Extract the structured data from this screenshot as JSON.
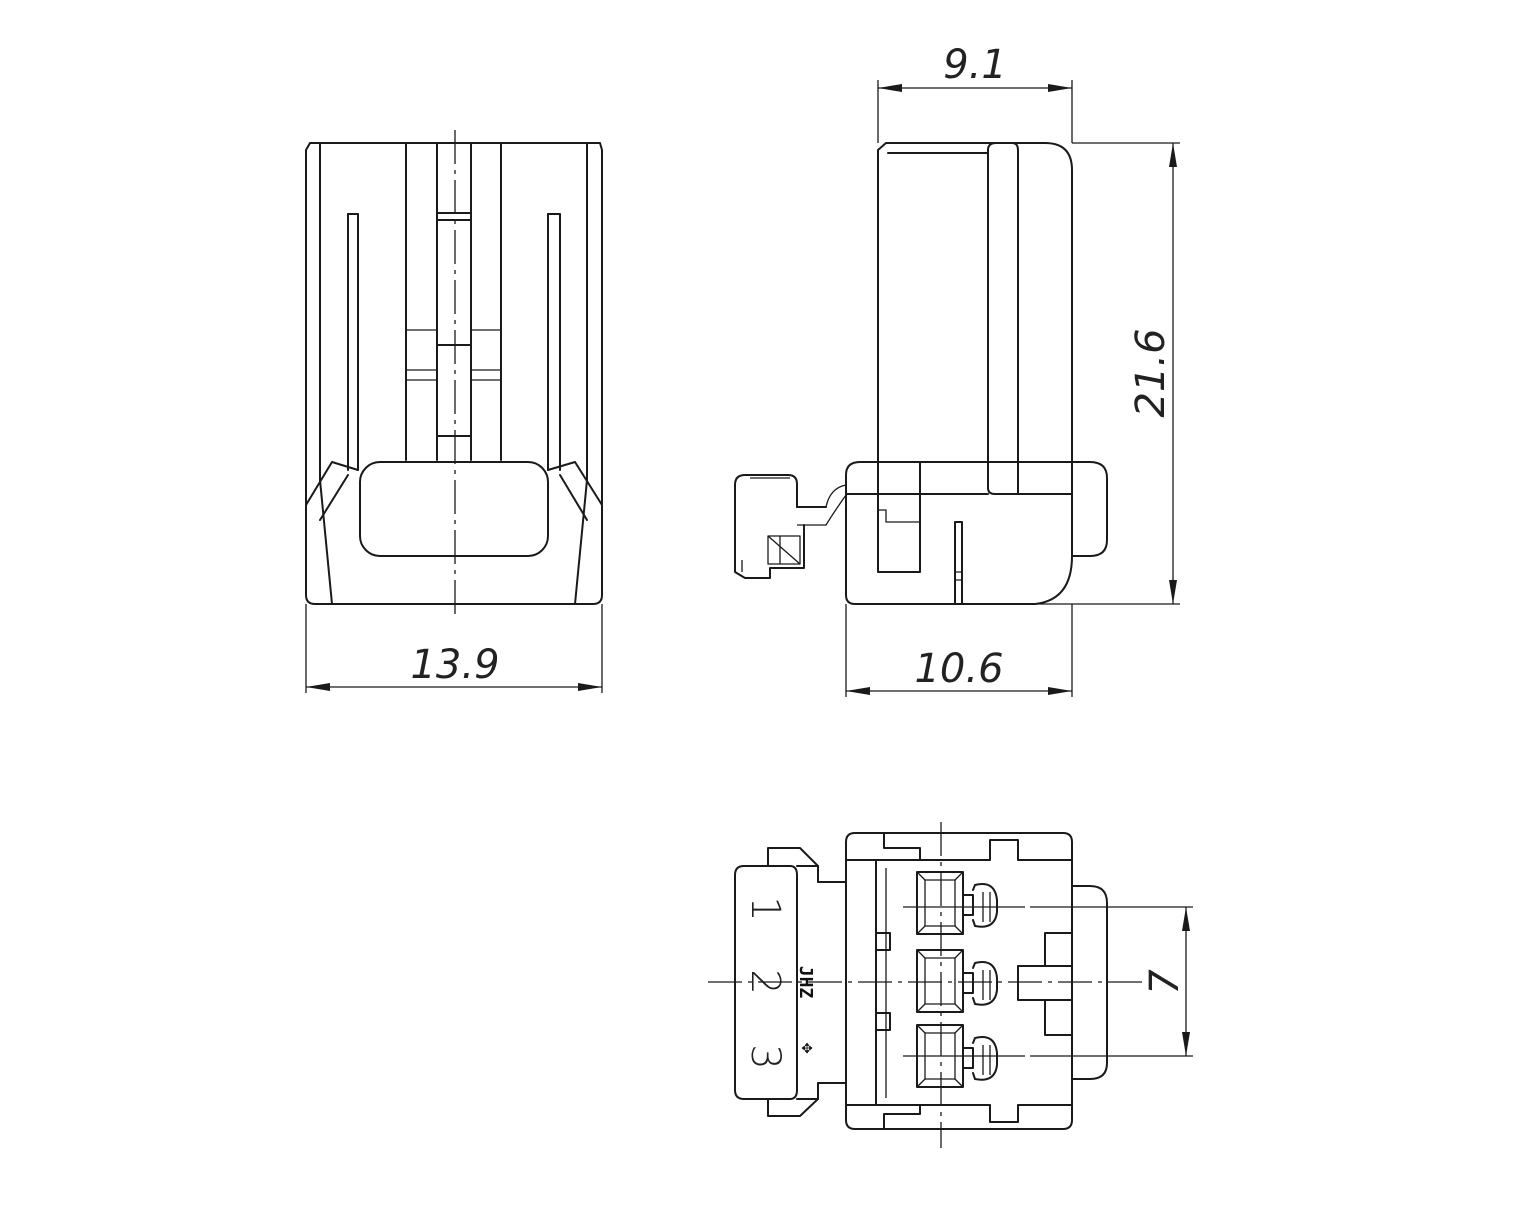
{
  "dimensions": {
    "front_width": "13.9",
    "side_top_width": "9.1",
    "side_height": "21.6",
    "side_bottom_width": "10.6",
    "pitch_span": "7"
  },
  "pin_labels": [
    "1",
    "2",
    "3"
  ],
  "marking": {
    "brand": "JHZ",
    "symbol": "✥"
  }
}
